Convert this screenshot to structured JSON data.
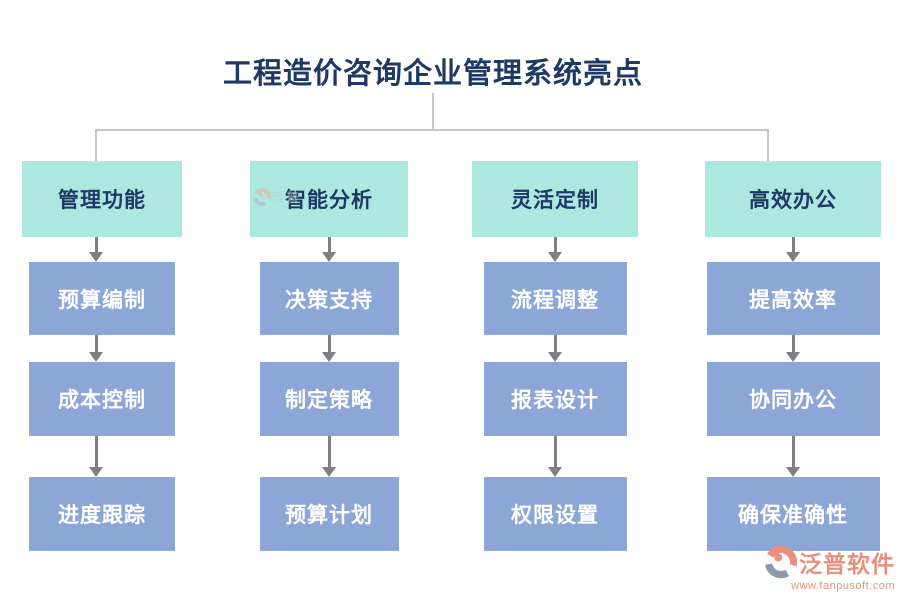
{
  "title": "工程造价咨询企业管理系统亮点",
  "columns": [
    {
      "header": "管理功能",
      "items": [
        "预算编制",
        "成本控制",
        "进度跟踪"
      ]
    },
    {
      "header": "智能分析",
      "items": [
        "决策支持",
        "制定策略",
        "预算计划"
      ]
    },
    {
      "header": "灵活定制",
      "items": [
        "流程调整",
        "报表设计",
        "权限设置"
      ]
    },
    {
      "header": "高效办公",
      "items": [
        "提高效率",
        "协同办公",
        "确保准确性"
      ]
    }
  ],
  "watermark": {
    "brand": "泛普",
    "brand_en": "FANPU"
  },
  "footer": {
    "brand": "泛普软件",
    "url": "www.fanpusoft.com"
  },
  "colors": {
    "title_text": "#1f3864",
    "header_bg": "#ade8e0",
    "header_text": "#1f3864",
    "item_bg": "#8ca6d8",
    "item_text": "#ffffff",
    "connector_line": "#c6c6c6",
    "arrow": "#7f7f7f",
    "logo_accent": "#e8907c",
    "logo_gray": "#8a99ac"
  }
}
